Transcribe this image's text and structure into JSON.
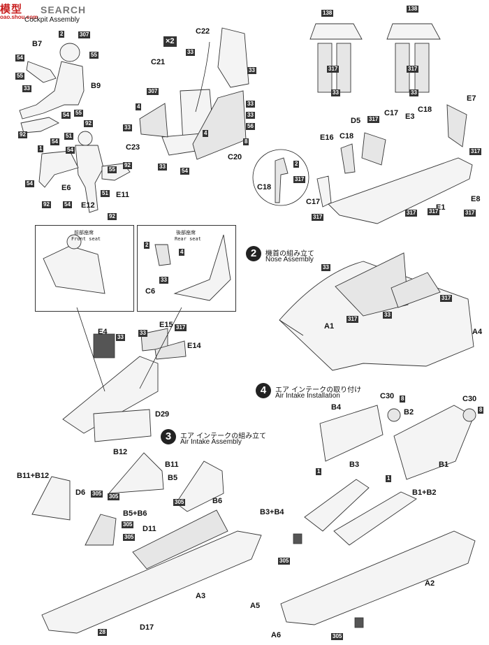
{
  "watermark": {
    "text": "模型",
    "domain": "oao.shou.com"
  },
  "header": {
    "search_text": "SEARCH",
    "subtitle": "Cockpit Assembly"
  },
  "steps": [
    {
      "number": "2",
      "jp": "機首の組み立て",
      "en": "Nose Assembly"
    },
    {
      "number": "3",
      "jp": "エア インテークの組み立て",
      "en": "Air Intake Assembly"
    },
    {
      "number": "4",
      "jp": "エア インテークの取り付け",
      "en": "Air Intake Installation"
    }
  ],
  "insets": {
    "front": {
      "jp": "前部座席",
      "en": "Front seat"
    },
    "rear": {
      "jp": "後部座席",
      "en": "Rear seat"
    }
  },
  "quantity": "×2",
  "labels": {
    "pilot1": [
      "B7",
      "B9"
    ],
    "pilot2": [
      "E6",
      "E11",
      "E12"
    ],
    "seat": [
      "C22",
      "C21",
      "C23",
      "C20"
    ],
    "panel": [
      "E7",
      "D5",
      "C17",
      "E3",
      "C18",
      "E16",
      "C18",
      "C17",
      "E1",
      "E8"
    ],
    "circle": [
      "C18"
    ],
    "rear_inset": [
      "C6"
    ],
    "cockpit_tub": [
      "E4",
      "E15",
      "E14",
      "D29"
    ],
    "nose": [
      "A1",
      "A4"
    ],
    "intake_left": [
      "B11+B12",
      "D6",
      "B12",
      "B11",
      "B5",
      "B6",
      "B5+B6",
      "D11",
      "A3",
      "D17"
    ],
    "intake_right": [
      "C30",
      "C30",
      "B4",
      "B2",
      "B3",
      "B1",
      "B1+B2",
      "B3+B4",
      "A2",
      "A5",
      "A6"
    ]
  },
  "color_codes": {
    "pilot1": [
      "2",
      "307",
      "54",
      "55",
      "55",
      "33",
      "54",
      "55",
      "92",
      "92"
    ],
    "pilot2": [
      "1",
      "54",
      "51",
      "54",
      "55",
      "92",
      "54",
      "51",
      "92",
      "54",
      "92"
    ],
    "seat": [
      "33",
      "307",
      "33",
      "4",
      "33",
      "33",
      "33",
      "56",
      "4",
      "8",
      "54",
      "33"
    ],
    "panel": [
      "138",
      "138",
      "317",
      "317",
      "33",
      "33",
      "317",
      "317",
      "317",
      "317",
      "317",
      "317"
    ],
    "circle": [
      "2",
      "317"
    ],
    "rear_inset": [
      "2",
      "4",
      "33"
    ],
    "cockpit_tub": [
      "33",
      "33",
      "317"
    ],
    "nose": [
      "33",
      "317",
      "317",
      "33"
    ],
    "intake_left": [
      "305",
      "305",
      "305",
      "305",
      "305",
      "28"
    ],
    "intake_right": [
      "8",
      "8",
      "1",
      "1",
      "305",
      "305"
    ]
  }
}
